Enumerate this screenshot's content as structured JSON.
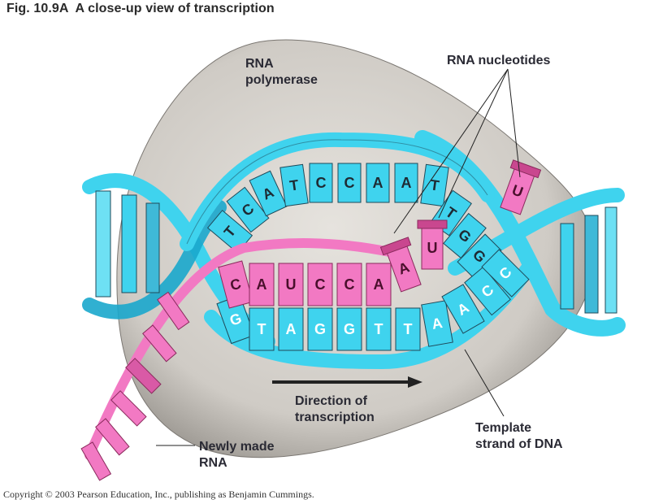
{
  "figure": {
    "title": "Fig. 10.9A  A close-up view of transcription",
    "copyright": "Copyright © 2003 Pearson Education, Inc., publishing as Benjamin Cummings."
  },
  "labels": {
    "rna_polymerase_line1": "RNA",
    "rna_polymerase_line2": "polymerase",
    "rna_nucleotides": "RNA nucleotides",
    "direction_line1": "Direction of",
    "direction_line2": "transcription",
    "template_line1": "Template",
    "template_line2": "strand of DNA",
    "newly_made_line1": "Newly made",
    "newly_made_line2": "RNA"
  },
  "sequences": {
    "nontemplate_strand": [
      "T",
      "C",
      "A",
      "T",
      "C",
      "C",
      "A",
      "A",
      "T",
      "T",
      "G",
      "G"
    ],
    "template_strand": [
      "G",
      "T",
      "A",
      "G",
      "G",
      "T",
      "T",
      "A",
      "A",
      "C",
      "C"
    ],
    "new_rna": [
      "C",
      "A",
      "U",
      "C",
      "C",
      "A"
    ],
    "free_nucleotides": [
      "A",
      "U",
      "U"
    ]
  },
  "colors": {
    "dna": "#3fd3ee",
    "dna_dark": "#1aa7cc",
    "rna": "#f279c3",
    "rna_dark": "#c9478f",
    "polymerase": "#c9c5bf",
    "outline": "#1f4a5a"
  }
}
